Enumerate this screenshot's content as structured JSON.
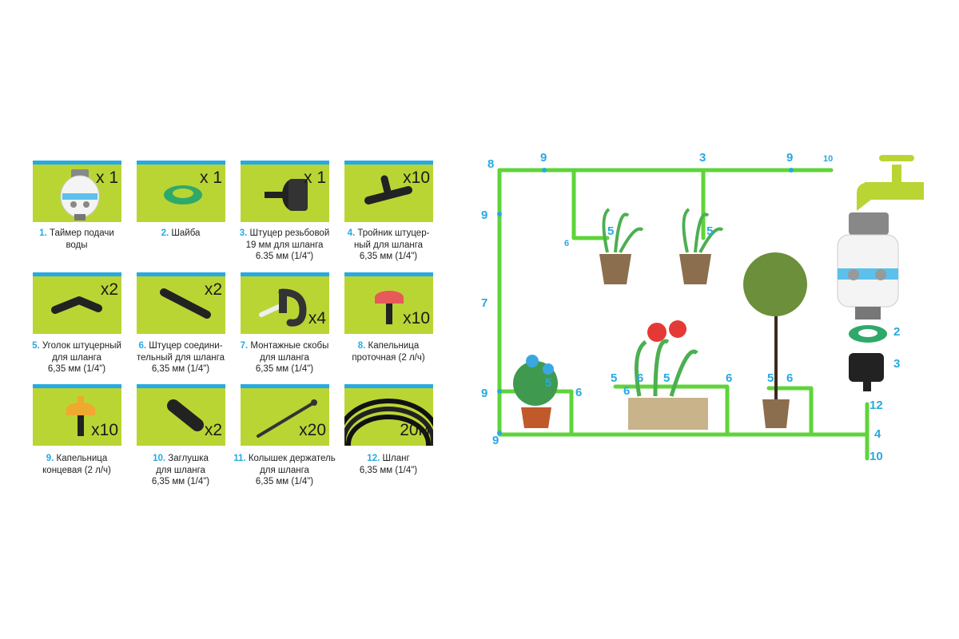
{
  "parts": [
    {
      "num": "1.",
      "text": "Таймер подачи\nводы",
      "qty": "x 1",
      "qty_pos": "top",
      "icon": "water-timer-icon"
    },
    {
      "num": "2.",
      "text": "Шайба",
      "qty": "x 1",
      "qty_pos": "top",
      "icon": "washer-icon"
    },
    {
      "num": "3.",
      "text": "Штуцер резьбовой\n19 мм для шланга\n6.35 мм (1/4\")",
      "qty": "x 1",
      "qty_pos": "top",
      "icon": "threaded-fitting-icon"
    },
    {
      "num": "4.",
      "text": "Тройник штуцер-\nный для шланга\n6,35 мм (1/4\")",
      "qty": "x10",
      "qty_pos": "top",
      "icon": "tee-connector-icon"
    },
    {
      "num": "5.",
      "text": "Уголок штуцерный\nдля шланга\n6,35 мм (1/4\")",
      "qty": "x2",
      "qty_pos": "top",
      "icon": "elbow-connector-icon"
    },
    {
      "num": "6.",
      "text": "Штуцер соедини-\nтельный для шланга\n6,35 мм (1/4\")",
      "qty": "x2",
      "qty_pos": "top",
      "icon": "straight-connector-icon"
    },
    {
      "num": "7.",
      "text": "Монтажные скобы\nдля шланга\n6,35 мм (1/4\")",
      "qty": "x4",
      "qty_pos": "low",
      "icon": "mounting-clip-icon"
    },
    {
      "num": "8.",
      "text": "Капельница\nпроточная (2 л/ч)",
      "qty": "x10",
      "qty_pos": "low",
      "icon": "inline-dripper-icon"
    },
    {
      "num": "9.",
      "text": "Капельница\nконцевая (2 л/ч)",
      "qty": "x10",
      "qty_pos": "low",
      "icon": "end-dripper-icon"
    },
    {
      "num": "10.",
      "text": "Заглушка\nдля шланга\n6,35 мм (1/4\")",
      "qty": "x2",
      "qty_pos": "low",
      "icon": "hose-plug-icon"
    },
    {
      "num": "11.",
      "text": "Колышек держатель\nдля шланга\n6,35 мм (1/4\")",
      "qty": "x20",
      "qty_pos": "low",
      "icon": "hose-stake-icon"
    },
    {
      "num": "12.",
      "text": "Шланг\n6,35 мм (1/4\")",
      "qty": "20м",
      "qty_pos": "low",
      "icon": "hose-coil-icon"
    }
  ],
  "diagram_labels": [
    "8",
    "9",
    "3",
    "9",
    "10",
    "9",
    "6",
    "5",
    "5",
    "7",
    "9",
    "9",
    "5",
    "6",
    "5",
    "6",
    "6",
    "5",
    "6",
    "5",
    "6",
    "12",
    "4",
    "10",
    "2",
    "3"
  ],
  "colors": {
    "card": "#b9d534",
    "card_top": "#27a9e1",
    "tube": "#5fd43a",
    "label": "#27a9e1"
  }
}
